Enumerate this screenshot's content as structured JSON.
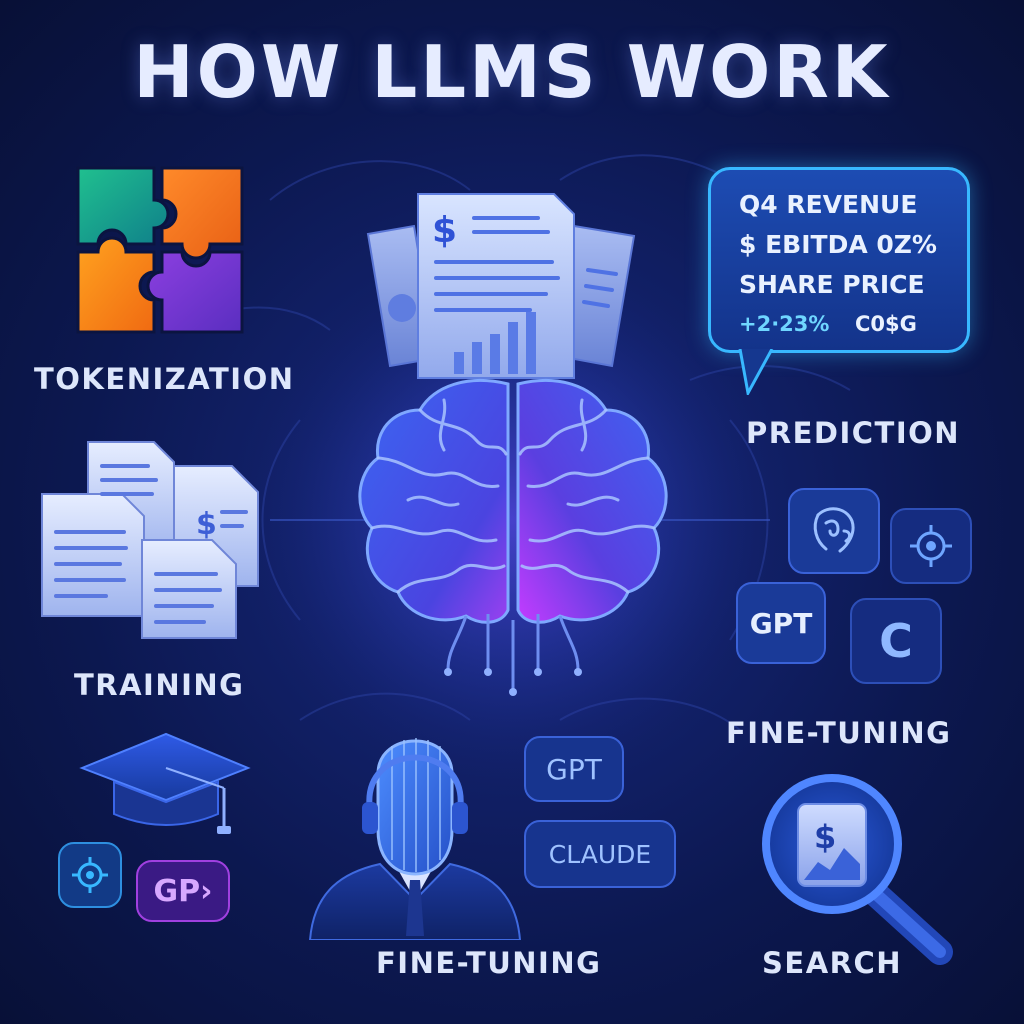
{
  "title": "HOW LLMS WORK",
  "labels": {
    "tokenization": "TOKENIZATION",
    "training": "TRAINING",
    "prediction": "PREDICTION",
    "fine_tuning_right": "FINE-TUNING",
    "fine_tuning_bottom": "FINE-TUNING",
    "search": "SEARCH"
  },
  "bubble": {
    "line1": "Q4 REVENUE",
    "line2": "$ EBITDA 0Z%",
    "line3": "SHARE PRICE",
    "line4_change": "+2·23%",
    "line4_code": "C0$G"
  },
  "chips": {
    "right_gpt": "GPT",
    "right_c": "C",
    "bottom_gpt": "GPT",
    "bottom_claude": "CLAUDE",
    "left_gp": "GP›"
  },
  "glyphs": {
    "dollar": "$"
  },
  "colors": {
    "background": "#0c1850",
    "accent_cyan": "#38b8ff",
    "brain_blue": "#3e62f0",
    "brain_magenta": "#c43cff",
    "puzzle_green": "#17a98d",
    "puzzle_orange": "#f57c1f",
    "puzzle_purple": "#7c3ad8"
  },
  "icons": [
    "puzzle-icon",
    "document-stack-icon",
    "brain-icon",
    "speech-bubble-icon",
    "graduation-cap-icon",
    "target-icon",
    "face-icon",
    "person-silhouette-icon",
    "magnifier-icon"
  ]
}
